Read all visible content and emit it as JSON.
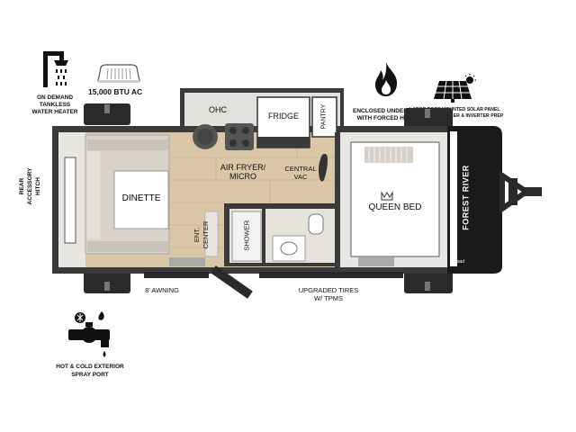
{
  "features": {
    "water_heater": {
      "icon": "shower-icon",
      "lines": [
        "ON DEMAND",
        "TANKLESS",
        "WATER HEATER"
      ]
    },
    "ac": {
      "icon": "ac-unit-icon",
      "label": "15,000 BTU AC"
    },
    "underbelly": {
      "icon": "flame-icon",
      "lines": [
        "ENCLOSED UNDERBELLY",
        "WITH FORCED HEAT"
      ]
    },
    "solar": {
      "icon": "solar-panel-icon",
      "lines": [
        "LARGE ROOF MOUNTED SOLAR PANEL",
        "30 AMP CONTROLLER & INVERTER PREP"
      ]
    },
    "spray_port": {
      "icon": "spray-port-icon",
      "lines": [
        "HOT & COLD EXTERIOR",
        "SPRAY PORT"
      ]
    }
  },
  "floorplan": {
    "rear_hitch": [
      "REAR",
      "ACCESSORY",
      "HITCH"
    ],
    "dinette": "DINETTE",
    "ohc": "OHC",
    "fridge": "FRIDGE",
    "pantry": "PANTRY",
    "air_fryer": [
      "AIR FRYER/",
      "MICRO"
    ],
    "central_vac": [
      "CENTRAL",
      "VAC"
    ],
    "queen_bed": "QUEEN BED",
    "ent_center": [
      "ENT.",
      "CENTER"
    ],
    "shower": "SHOWER",
    "awning": "8' AWNING",
    "tires": [
      "UPGRADED TIRES",
      "W/ TPMS"
    ],
    "brand": "FOREST RIVER",
    "badge": "Road"
  },
  "colors": {
    "wall": "#3a3a3a",
    "floor_wood": "#d9c7a8",
    "tile": "#e6e3dc",
    "bed": "#ffffff",
    "cushion": "#d6d0c8",
    "front_cap": "#1a1a1a"
  }
}
